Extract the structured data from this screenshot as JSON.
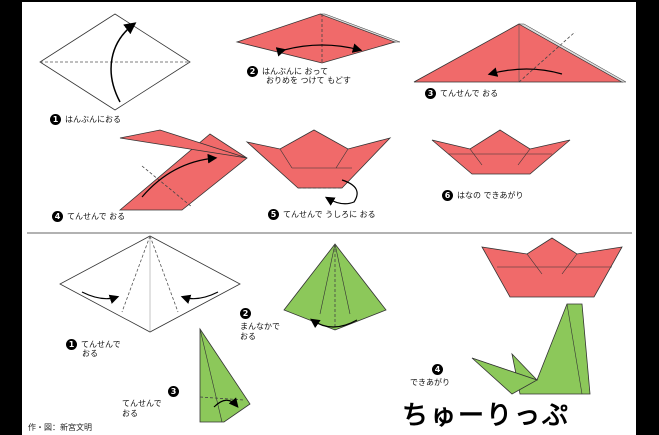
{
  "colors": {
    "red_paper": "#f06a6a",
    "green_paper": "#8cc85a",
    "outline": "#333333",
    "frame": "#000000"
  },
  "steps_top": [
    {
      "number": "1",
      "text": "はんぶんにおる"
    },
    {
      "number": "2",
      "text": "はんぶんに おって",
      "text2": "おりめを つけて もどす"
    },
    {
      "number": "3",
      "text": "てんせんで おる"
    },
    {
      "number": "4",
      "text": "てんせんで おる"
    },
    {
      "number": "5",
      "text": "てんせんで うしろに おる"
    },
    {
      "number": "6",
      "text": "はなの できあがり"
    }
  ],
  "steps_bottom": [
    {
      "number": "1",
      "text": "てんせんで",
      "text2": "おる"
    },
    {
      "number": "2",
      "text": "まんなかで",
      "text2": "おる"
    },
    {
      "number": "3",
      "text": "てんせんで",
      "text2": "おる"
    },
    {
      "number": "4",
      "text": "できあがり"
    }
  ],
  "title": "ちゅーりっぷ",
  "credit": "作・図：新宮文明"
}
